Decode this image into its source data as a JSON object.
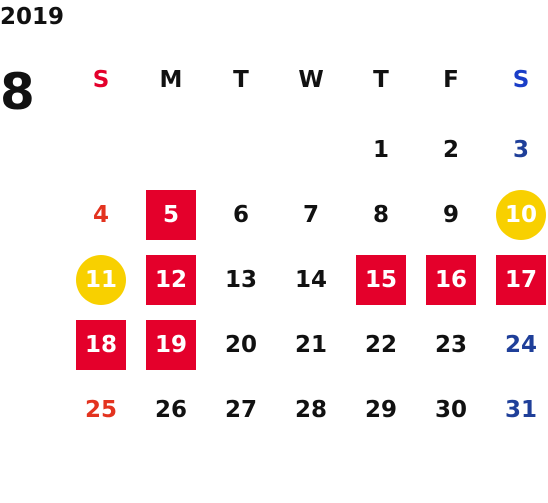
{
  "calendar": {
    "year": "2019",
    "month": "8",
    "weekday_labels": [
      "S",
      "M",
      "T",
      "W",
      "T",
      "F",
      "S"
    ],
    "weekday_colors": [
      "#e4002b",
      "#111111",
      "#111111",
      "#111111",
      "#111111",
      "#111111",
      "#1a3ec8"
    ],
    "colors": {
      "sunday": "#e3331f",
      "saturday": "#1f3f99",
      "weekday": "#111111",
      "holiday_bg": "#e4002b",
      "special_bg": "#f8d000",
      "marked_text": "#ffffff"
    },
    "weeks": [
      [
        {
          "day": ""
        },
        {
          "day": ""
        },
        {
          "day": ""
        },
        {
          "day": ""
        },
        {
          "day": "1"
        },
        {
          "day": "2"
        },
        {
          "day": "3"
        }
      ],
      [
        {
          "day": "4"
        },
        {
          "day": "5",
          "mark": "holiday"
        },
        {
          "day": "6"
        },
        {
          "day": "7"
        },
        {
          "day": "8"
        },
        {
          "day": "9"
        },
        {
          "day": "10",
          "mark": "special"
        }
      ],
      [
        {
          "day": "11",
          "mark": "special"
        },
        {
          "day": "12",
          "mark": "holiday"
        },
        {
          "day": "13"
        },
        {
          "day": "14"
        },
        {
          "day": "15",
          "mark": "holiday"
        },
        {
          "day": "16",
          "mark": "holiday"
        },
        {
          "day": "17",
          "mark": "holiday"
        }
      ],
      [
        {
          "day": "18",
          "mark": "holiday"
        },
        {
          "day": "19",
          "mark": "holiday"
        },
        {
          "day": "20"
        },
        {
          "day": "21"
        },
        {
          "day": "22"
        },
        {
          "day": "23"
        },
        {
          "day": "24"
        }
      ],
      [
        {
          "day": "25"
        },
        {
          "day": "26"
        },
        {
          "day": "27"
        },
        {
          "day": "28"
        },
        {
          "day": "29"
        },
        {
          "day": "30"
        },
        {
          "day": "31"
        }
      ]
    ]
  }
}
